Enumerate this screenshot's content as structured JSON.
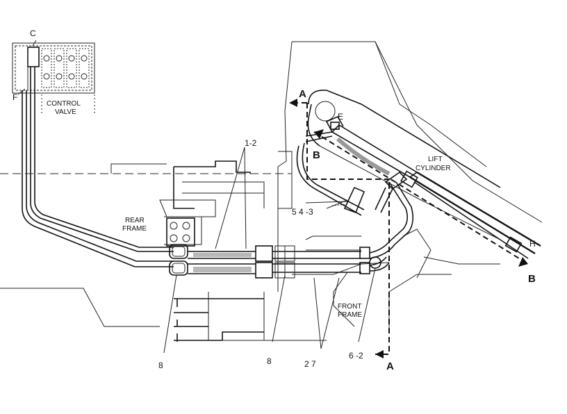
{
  "labels": {
    "c": "C",
    "f": "F",
    "control_valve_1": "CONTROL",
    "control_valve_2": "VALVE",
    "rear_frame_1": "REAR",
    "rear_frame_2": "FRAME",
    "front_frame_1": "FRONT",
    "front_frame_2": "FRAME",
    "lift_cylinder_1": "LIFT",
    "lift_cylinder_2": "CYLINDER",
    "e": "E",
    "h": "H",
    "section_a_top": "A",
    "section_a_bottom": "A",
    "section_b_left": "B",
    "section_b_right": "B",
    "callout_1_2": "1-2",
    "callout_5_4_3": "5 4 -3",
    "callout_8_left": "8",
    "callout_8_mid": "8",
    "callout_2_7": "2 7",
    "callout_6_2": "6 -2"
  }
}
